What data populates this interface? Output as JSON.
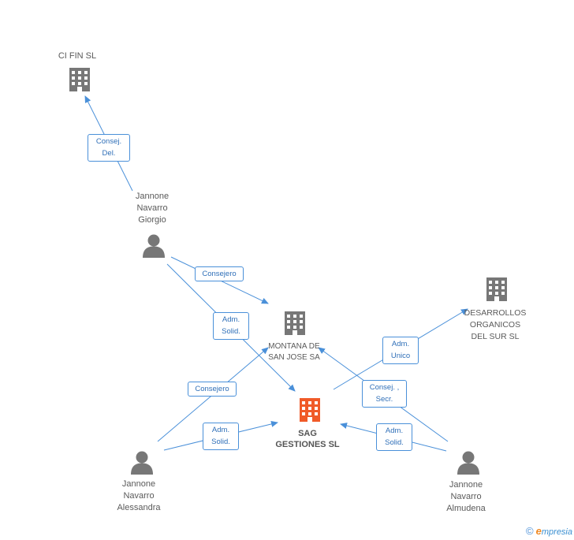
{
  "colors": {
    "edge": "#4a90d9",
    "building": "#777777",
    "building_main": "#f05a28",
    "person": "#777777"
  },
  "nodes": {
    "cifin": {
      "label": "CI FIN SL",
      "icon": "building-icon"
    },
    "montana": {
      "label": "MONTANA DE\nSAN JOSE SA",
      "icon": "building-icon"
    },
    "desarrollos": {
      "label": "DESARROLLOS\nORGANICOS\nDEL SUR  SL",
      "icon": "building-icon"
    },
    "sag": {
      "label": "SAG\nGESTIONES SL",
      "icon": "building-icon"
    },
    "giorgio": {
      "label": "Jannone\nNavarro\nGiorgio",
      "icon": "person-icon"
    },
    "alessandra": {
      "label": "Jannone\nNavarro\nAlessandra",
      "icon": "person-icon"
    },
    "almudena": {
      "label": "Jannone\nNavarro\nAlmudena",
      "icon": "person-icon"
    }
  },
  "edges": {
    "giorgio_cifin": "Consej.\nDel.",
    "giorgio_montana": "Consejero",
    "giorgio_sag": "Adm.\nSolid.",
    "alessandra_montana": "Consejero",
    "alessandra_sag": "Adm.\nSolid.",
    "almudena_desarrollos": "Adm.\nUnico",
    "almudena_montana": "Consej. ,\nSecr.",
    "almudena_sag": "Adm.\nSolid."
  },
  "footer": {
    "copyright": "©",
    "brand_initial": "e",
    "brand_rest": "mpresia"
  }
}
